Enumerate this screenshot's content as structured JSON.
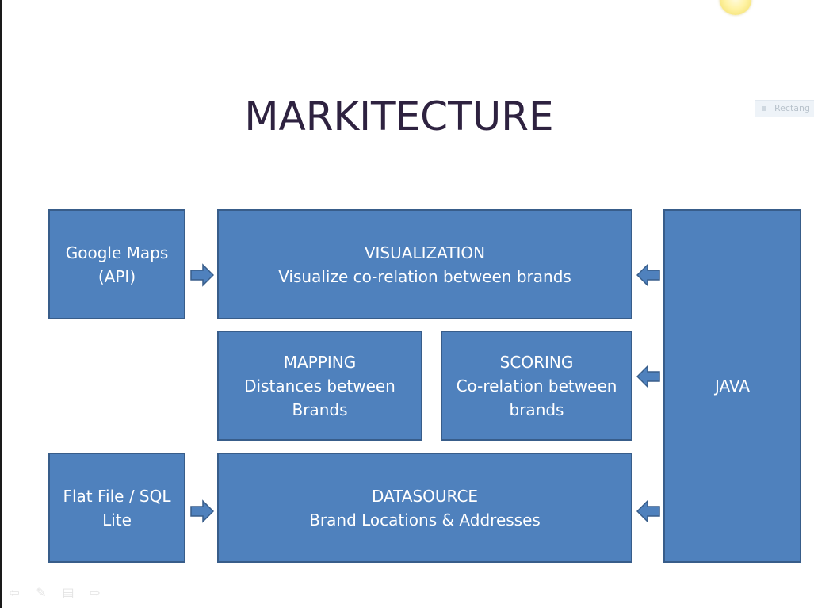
{
  "title": "MARKITECTURE",
  "ghost_tag": "Rectang",
  "boxes": {
    "google_maps": [
      "Google Maps",
      "(API)"
    ],
    "visualization": [
      "VISUALIZATION",
      "Visualize co-relation between brands"
    ],
    "mapping": [
      "MAPPING",
      "Distances between",
      "Brands"
    ],
    "scoring": [
      "SCORING",
      "Co-relation between",
      "brands"
    ],
    "flat_file": [
      "Flat File / SQL",
      "Lite"
    ],
    "datasource": [
      "DATASOURCE",
      "Brand Locations & Addresses"
    ],
    "java": [
      "JAVA"
    ]
  },
  "colors": {
    "box_fill": "#4f81bd",
    "box_border": "#385d8a",
    "title": "#2e2240"
  },
  "toolbar": {
    "icons": [
      "prev-arrow-icon",
      "pen-icon",
      "menu-icon",
      "next-arrow-icon"
    ],
    "glyphs": [
      "⇦",
      "✎",
      "▤",
      "⇨"
    ]
  }
}
